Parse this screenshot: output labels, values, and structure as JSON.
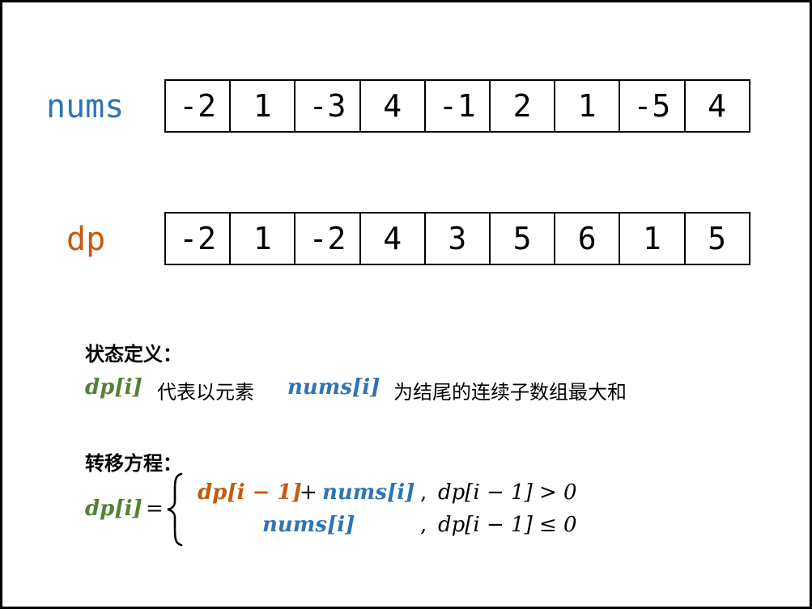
{
  "rows": {
    "nums": {
      "label": "nums",
      "color": "#2e74b5",
      "values": [
        "-2",
        "1",
        "-3",
        "4",
        "-1",
        "2",
        "1",
        "-5",
        "4"
      ]
    },
    "dp": {
      "label": "dp",
      "color": "#c55a11",
      "values": [
        "-2",
        "1",
        "-2",
        "4",
        "3",
        "5",
        "6",
        "1",
        "5"
      ]
    }
  },
  "state_definition": {
    "heading": "状态定义：",
    "dp_i": "dp[i]",
    "text1": "代表以元素",
    "nums_i": "nums[i]",
    "text2": "为结尾的连续子数组最大和"
  },
  "transition": {
    "heading": "转移方程：",
    "lhs": "dp[i]",
    "equals": "=",
    "case1": {
      "dp_prev": "dp[i − 1]",
      "plus": "+",
      "nums_i": "nums[i]",
      "comma": ",",
      "condition": "dp[i − 1] > 0"
    },
    "case2": {
      "nums_i": "nums[i]",
      "comma": ",",
      "condition": "dp[i − 1] ≤ 0"
    }
  },
  "colors": {
    "green": "#538135",
    "blue": "#2e74b5",
    "orange": "#c55a11"
  }
}
